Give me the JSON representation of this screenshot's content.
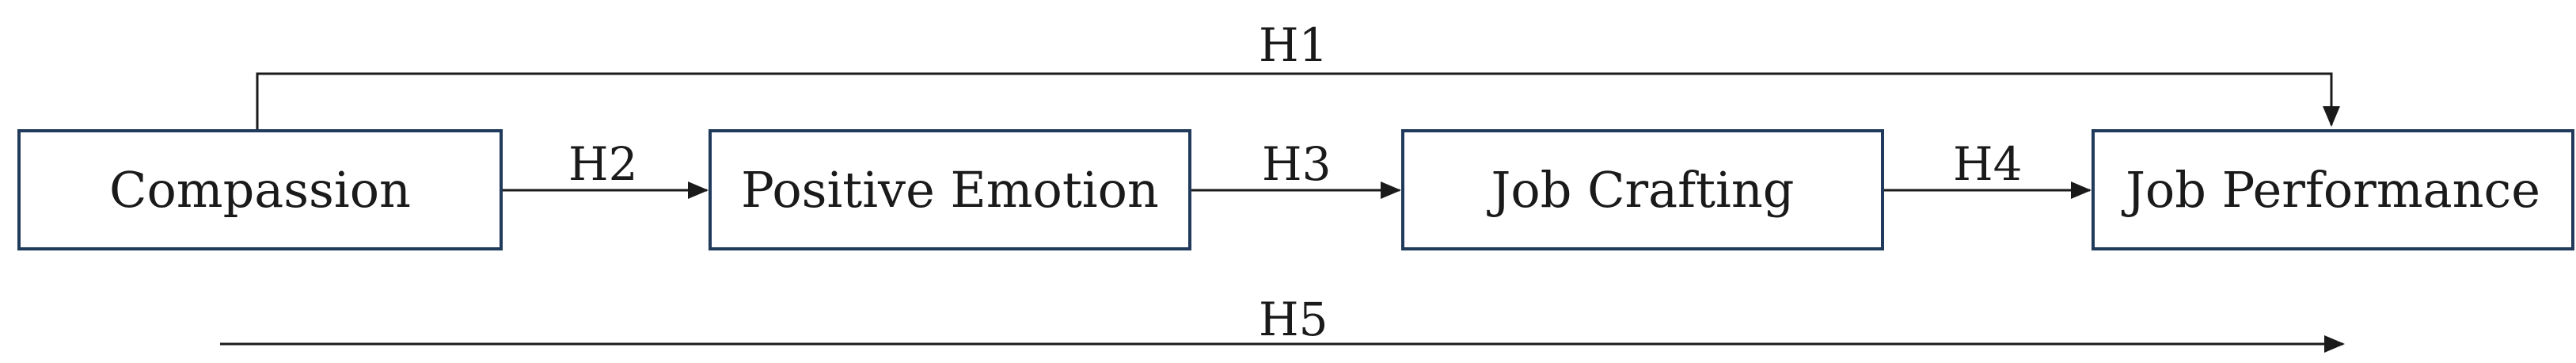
{
  "nodes": [
    {
      "id": "compassion",
      "label": "Compassion"
    },
    {
      "id": "positive-emotion",
      "label": "Positive Emotion"
    },
    {
      "id": "job-crafting",
      "label": "Job Crafting"
    },
    {
      "id": "job-performance",
      "label": "Job Performance"
    }
  ],
  "edges": [
    {
      "id": "h1",
      "label": "H1",
      "from": "Compassion",
      "to": "Job Performance"
    },
    {
      "id": "h2",
      "label": "H2",
      "from": "Compassion",
      "to": "Positive Emotion"
    },
    {
      "id": "h3",
      "label": "H3",
      "from": "Positive Emotion",
      "to": "Job Crafting"
    },
    {
      "id": "h4",
      "label": "H4",
      "from": "Job Crafting",
      "to": "Job Performance"
    },
    {
      "id": "h5",
      "label": "H5",
      "from": "",
      "to": ""
    }
  ],
  "colors": {
    "box_border": "#1f3a5a",
    "line": "#1a1a1a",
    "text": "#1a1a1a"
  }
}
